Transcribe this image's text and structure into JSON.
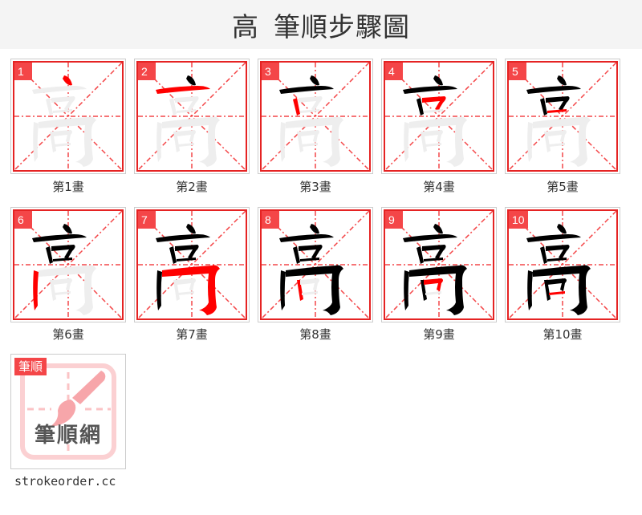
{
  "header": {
    "character": "高",
    "title": "筆順步驟圖"
  },
  "colors": {
    "accent_red": "#e52323",
    "badge_red": "#f44648",
    "stroke_done": "#000000",
    "stroke_current": "#ff0000",
    "stroke_ghost": "#eeeeee"
  },
  "total_strokes": 10,
  "steps": [
    {
      "number": "1",
      "caption": "第1畫"
    },
    {
      "number": "2",
      "caption": "第2畫"
    },
    {
      "number": "3",
      "caption": "第3畫"
    },
    {
      "number": "4",
      "caption": "第4畫"
    },
    {
      "number": "5",
      "caption": "第5畫"
    },
    {
      "number": "6",
      "caption": "第6畫"
    },
    {
      "number": "7",
      "caption": "第7畫"
    },
    {
      "number": "8",
      "caption": "第8畫"
    },
    {
      "number": "9",
      "caption": "第9畫"
    },
    {
      "number": "10",
      "caption": "第10畫"
    }
  ],
  "logo": {
    "tag": "筆順",
    "name": "筆順網",
    "icon": "brush-icon"
  },
  "footer": {
    "site": "strokeorder.cc"
  }
}
